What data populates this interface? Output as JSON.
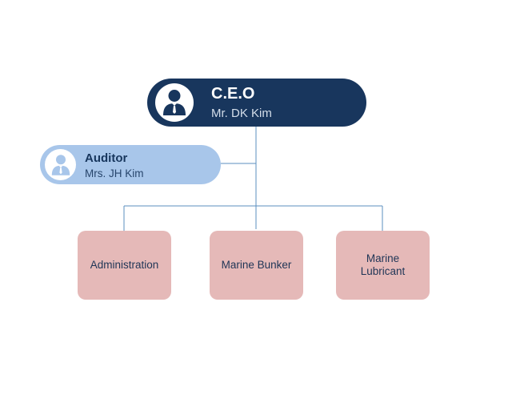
{
  "ceo": {
    "title": "C.E.O",
    "name": "Mr. DK Kim",
    "icon": "person-icon"
  },
  "auditor": {
    "title": "Auditor",
    "name": "Mrs. JH Kim",
    "icon": "person-icon"
  },
  "departments": [
    {
      "label": "Administration"
    },
    {
      "label": "Marine Bunker"
    },
    {
      "label": "Marine\nLubricant"
    }
  ],
  "colors": {
    "ceo_fill": "#18365d",
    "auditor_fill": "#a8c6ea",
    "department_fill": "#e5b9b8",
    "connector": "#5b8fbf"
  }
}
